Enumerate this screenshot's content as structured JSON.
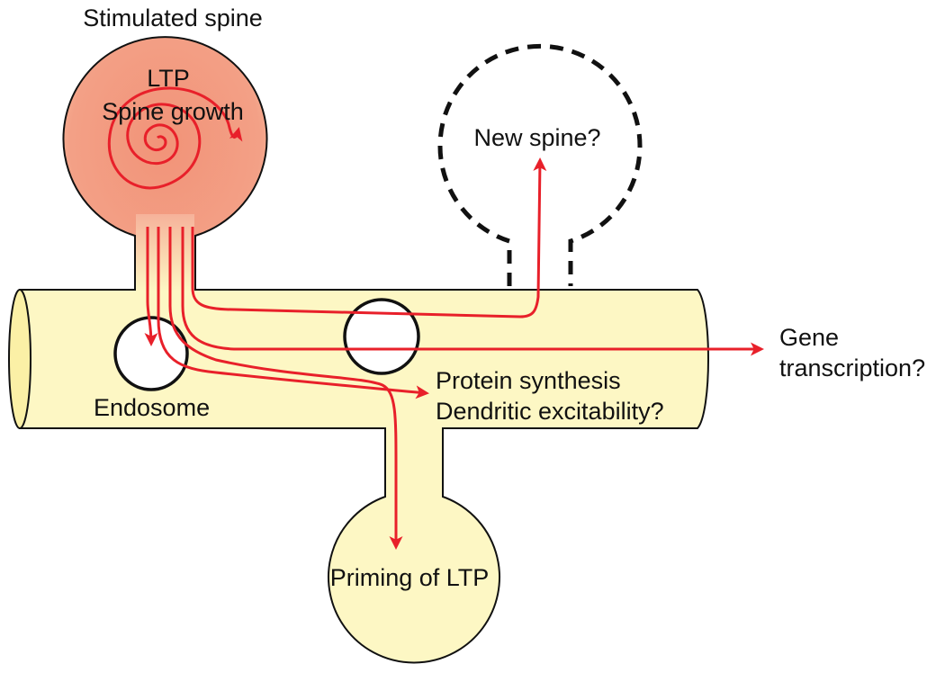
{
  "labels": {
    "stimulated_spine": "Stimulated spine",
    "ltp": "LTP",
    "spine_growth": "Spine growth",
    "new_spine": "New spine?",
    "gene": "Gene",
    "transcription": "transcription?",
    "endosome": "Endosome",
    "protein_synthesis": "Protein synthesis",
    "dendritic_excitability": "Dendritic excitability?",
    "priming": "Priming of LTP"
  },
  "colors": {
    "arrow": "#e8202a",
    "dendrite_fill": "#fdf7c4",
    "spine_fill": "#f19a7e",
    "outline": "#111111"
  }
}
